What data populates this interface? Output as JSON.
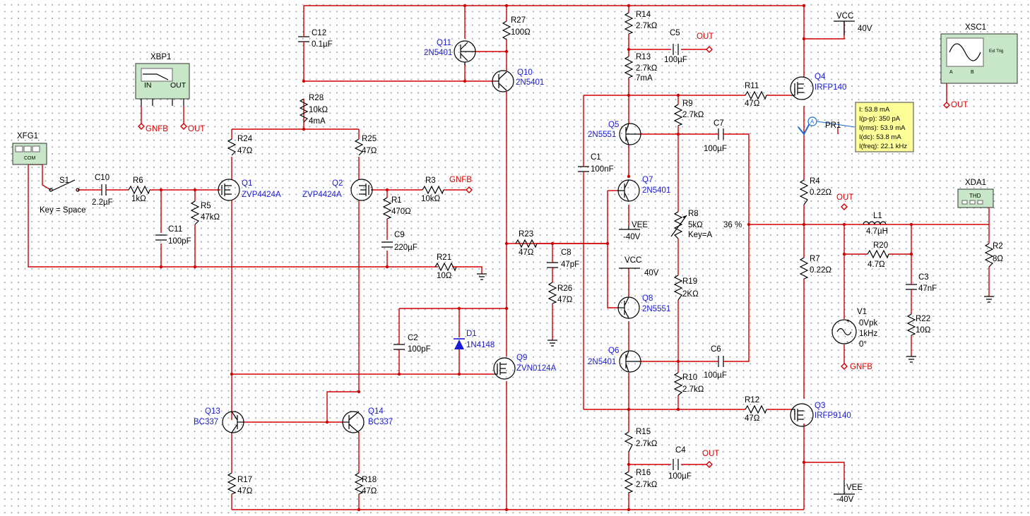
{
  "components": {
    "xbp1": {
      "ref": "XBP1",
      "in": "IN",
      "out": "OUT"
    },
    "xfg1": {
      "ref": "XFG1",
      "com": "COM"
    },
    "xsc1": {
      "ref": "XSC1",
      "ext": "Ext Trig",
      "a": "A",
      "b": "B"
    },
    "xda1": {
      "ref": "XDA1",
      "mode": "THD"
    },
    "s1": {
      "ref": "S1",
      "key": "Key = Space"
    },
    "c10": {
      "ref": "C10",
      "value": "2.2µF"
    },
    "r6": {
      "ref": "R6",
      "value": "1kΩ"
    },
    "c11": {
      "ref": "C11",
      "value": "100pF"
    },
    "r5": {
      "ref": "R5",
      "value": "47kΩ"
    },
    "r21": {
      "ref": "R21",
      "value": "10Ω"
    },
    "r24": {
      "ref": "R24",
      "value": "47Ω"
    },
    "r25": {
      "ref": "R25",
      "value": "47Ω"
    },
    "q1": {
      "ref": "Q1",
      "part": "ZVP4424A"
    },
    "q2": {
      "ref": "Q2",
      "part": "ZVP4424A"
    },
    "r1": {
      "ref": "R1",
      "value": "470Ω"
    },
    "c9": {
      "ref": "C9",
      "value": "220µF"
    },
    "r3": {
      "ref": "R3",
      "value": "10kΩ"
    },
    "c12": {
      "ref": "C12",
      "value": "0.1µF"
    },
    "r28": {
      "ref": "R28",
      "value": "10kΩ",
      "note": "4mA"
    },
    "q11": {
      "ref": "Q11",
      "part": "2N5401"
    },
    "r27": {
      "ref": "R27",
      "value": "100Ω"
    },
    "q10": {
      "ref": "Q10",
      "part": "2N5401"
    },
    "c2": {
      "ref": "C2",
      "value": "100pF"
    },
    "d1": {
      "ref": "D1",
      "part": "1N4148"
    },
    "q9": {
      "ref": "Q9",
      "part": "ZVN0124A"
    },
    "q13": {
      "ref": "Q13",
      "part": "BC337"
    },
    "q14": {
      "ref": "Q14",
      "part": "BC337"
    },
    "r17": {
      "ref": "R17",
      "value": "47Ω"
    },
    "r18": {
      "ref": "R18",
      "value": "47Ω"
    },
    "r23": {
      "ref": "R23",
      "value": "47Ω"
    },
    "c8": {
      "ref": "C8",
      "value": "47pF"
    },
    "r26": {
      "ref": "R26",
      "value": "47Ω"
    },
    "r14": {
      "ref": "R14",
      "value": "2.7kΩ"
    },
    "c5": {
      "ref": "C5",
      "value": "100µF"
    },
    "r13": {
      "ref": "R13",
      "value": "2.7kΩ",
      "note": "7mA"
    },
    "r11": {
      "ref": "R11",
      "value": "47Ω"
    },
    "q4": {
      "ref": "Q4",
      "part": "IRFP140"
    },
    "c1": {
      "ref": "C1",
      "value": "100nF"
    },
    "q5": {
      "ref": "Q5",
      "part": "2N5551"
    },
    "r9": {
      "ref": "R9",
      "value": "2.7kΩ"
    },
    "c7": {
      "ref": "C7",
      "value": "100µF"
    },
    "q7": {
      "ref": "Q7",
      "part": "2N5401"
    },
    "r8": {
      "ref": "R8",
      "value": "5kΩ",
      "key": "Key=A",
      "pct": "36 %"
    },
    "q8": {
      "ref": "Q8",
      "part": "2N5551"
    },
    "r19": {
      "ref": "R19",
      "value": "2KΩ"
    },
    "q6": {
      "ref": "Q6",
      "part": "2N5401"
    },
    "c6": {
      "ref": "C6",
      "value": "100µF"
    },
    "r10": {
      "ref": "R10",
      "value": "2.7kΩ"
    },
    "r12": {
      "ref": "R12",
      "value": "47Ω"
    },
    "q3": {
      "ref": "Q3",
      "part": "IRFP9140"
    },
    "r15": {
      "ref": "R15",
      "value": "2.7kΩ"
    },
    "c4": {
      "ref": "C4",
      "value": "100µF"
    },
    "r16": {
      "ref": "R16",
      "value": "2.7kΩ"
    },
    "r4": {
      "ref": "R4",
      "value": "0.22Ω"
    },
    "r7": {
      "ref": "R7",
      "value": "0.22Ω"
    },
    "l1": {
      "ref": "L1",
      "value": "4.7µH"
    },
    "r20": {
      "ref": "R20",
      "value": "4.7Ω"
    },
    "c3": {
      "ref": "C3",
      "value": "47nF"
    },
    "r22": {
      "ref": "R22",
      "value": "10Ω"
    },
    "r2": {
      "ref": "R2",
      "value": "8Ω"
    },
    "v1": {
      "ref": "V1",
      "vpk": "0Vpk",
      "freq": "1kHz",
      "phase": "0°"
    }
  },
  "power": {
    "vcc_top": {
      "name": "VCC",
      "value": "40V"
    },
    "vee_bot": {
      "name": "VEE",
      "value": "-40V"
    },
    "vee_mid": {
      "name": "VEE",
      "value": "-40V"
    },
    "vcc_mid": {
      "name": "VCC",
      "value": "40V"
    }
  },
  "net_labels": {
    "gnfb": "GNFB",
    "out": "OUT"
  },
  "probe": {
    "ref": "PR1",
    "marker": "A",
    "lines": [
      "I: 53.8 mA",
      "I(p-p): 350 pA",
      "I(rms): 53.9 mA",
      "I(dc): 53.8 mA",
      "I(freq): 22.1 kHz"
    ]
  },
  "colors": {
    "wire": "#d00000",
    "part_name": "#1a1ad8",
    "net_label": "#e00000",
    "probe_bg": "#ffff99"
  }
}
